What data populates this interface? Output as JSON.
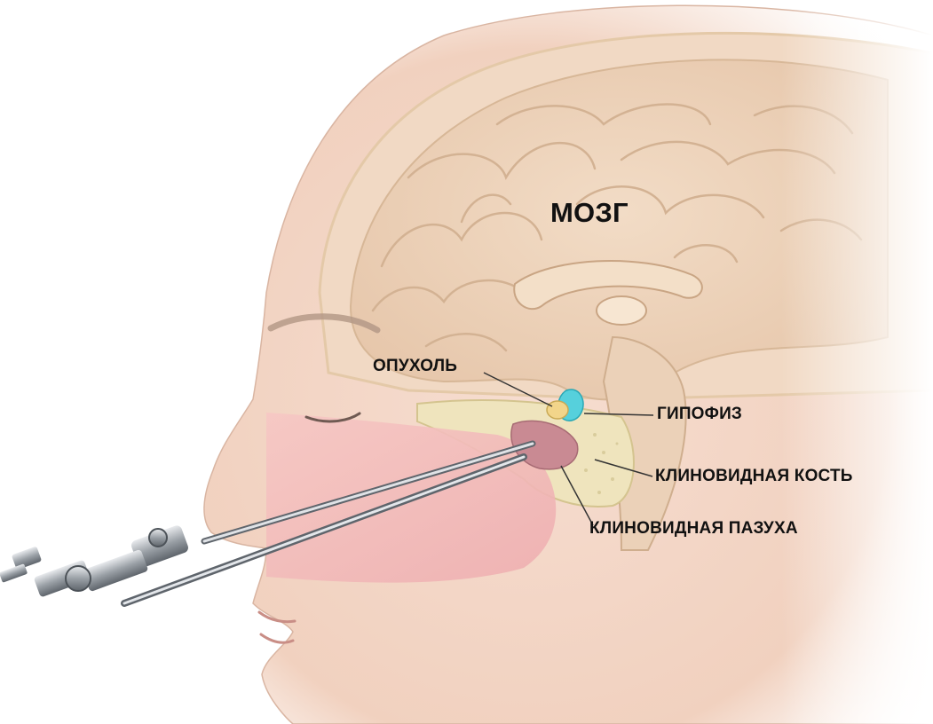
{
  "labels": {
    "brain": "МОЗГ",
    "tumor": "ОПУХОЛЬ",
    "pituitary": "ГИПОФИЗ",
    "sphenoid_bone": "КЛИНОВИДНАЯ КОСТЬ",
    "sphenoid_sinus": "КЛИНОВИДНАЯ ПАЗУХА"
  },
  "colors": {
    "skin": "#f3d6c6",
    "brain": "#ecd0b6",
    "gyri_line": "#d3b293",
    "nasal_cavity": "#f0b7b7",
    "bone": "#efe4bd",
    "pituitary": "#56d0dc",
    "tumor": "#f2d58a",
    "sinus": "#c98a93",
    "instrument": "#8a8f96",
    "leader_line": "#333333",
    "text": "#111111"
  }
}
